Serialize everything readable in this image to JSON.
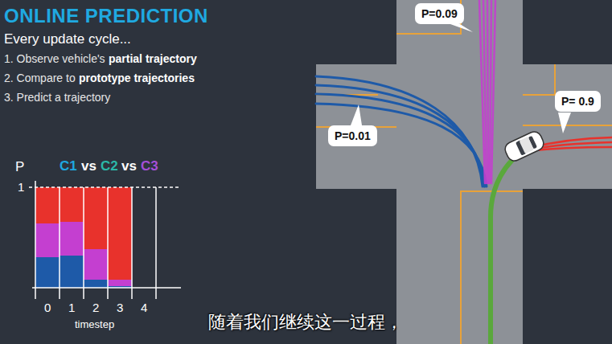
{
  "diagram": {
    "title": "ONLINE PREDICTION",
    "caption": "随着我们继续这一过程，",
    "nodes": [
      {
        "text": [
          "P=0.09"
        ]
      },
      {
        "text": [
          "P=0.01"
        ]
      },
      {
        "text": [
          "P= 0.9"
        ]
      }
    ],
    "labels": [
      "Every update cycle...",
      "1. Observe vehicle's",
      "partial trajectory",
      "2. Compare to",
      "prototype trajectories",
      "3. Predict a trajectory",
      "P",
      "1",
      "C1",
      "vs",
      "C2",
      "vs",
      "C3",
      "0",
      "1",
      "2",
      "3",
      "4",
      "timestep"
    ]
  }
}
